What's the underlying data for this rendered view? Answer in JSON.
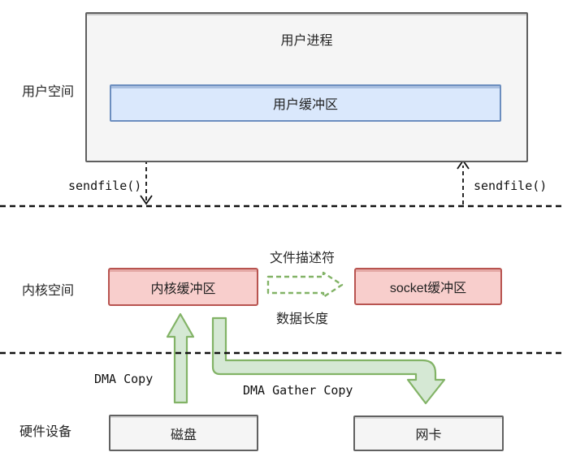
{
  "regions": {
    "user_space": "用户空间",
    "kernel_space": "内核空间",
    "hardware": "硬件设备"
  },
  "nodes": {
    "user_process": "用户进程",
    "user_buffer": "用户缓冲区",
    "kernel_buffer": "内核缓冲区",
    "socket_buffer": "socket缓冲区",
    "disk": "磁盘",
    "nic": "网卡"
  },
  "labels": {
    "sendfile_left": "sendfile()",
    "sendfile_right": "sendfile()",
    "file_descriptor": "文件描述符",
    "data_length": "数据长度",
    "dma_copy": "DMA Copy",
    "dma_gather_copy": "DMA Gather Copy"
  },
  "colors": {
    "green_fill": "#d5e8d4",
    "green_stroke": "#82b366",
    "blue_fill": "#dae8fc",
    "blue_stroke": "#6c8ebf",
    "red_fill": "#f8cecc",
    "red_stroke": "#b85450",
    "gray_fill": "#f5f5f5",
    "gray_stroke": "#616161",
    "line_color": "#111111"
  }
}
